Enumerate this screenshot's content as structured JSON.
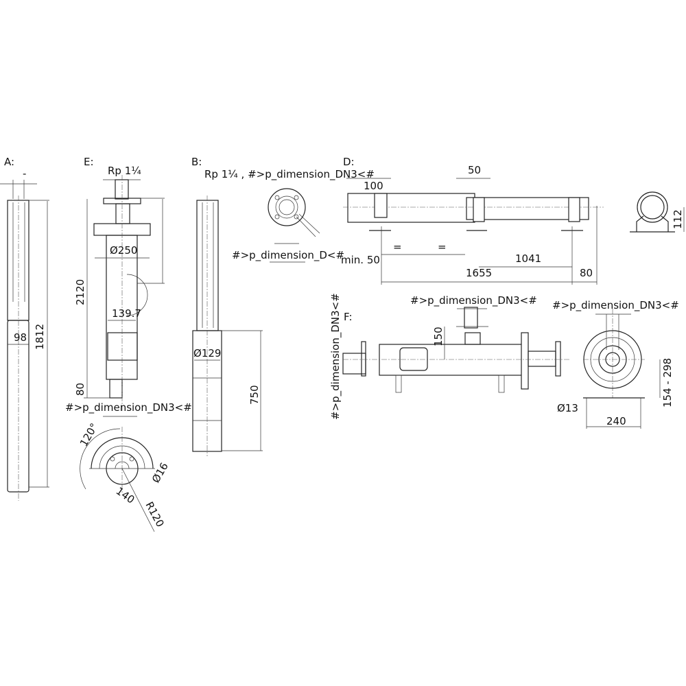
{
  "views": {
    "A": {
      "label": "A:",
      "top_dim": "-",
      "dia": "98",
      "length": "1812"
    },
    "E": {
      "label": "E:",
      "thread": "Rp 1¼",
      "flange_dia": "Ø250",
      "tube_dia": "139.7",
      "height": "2120",
      "base": "80",
      "outlet": "#>p_dimension_DN3<#",
      "flange_view": {
        "angle": "120°",
        "hole": "Ø16",
        "pcd": "140",
        "radius": "R120"
      }
    },
    "B": {
      "label": "B:",
      "thread": "Rp 1¼ , #>p_dimension_DN3<#",
      "motor_dia": "Ø129",
      "motor_len": "750",
      "flange_dim": "#>p_dimension_D<#",
      "min_clear": "min. 50"
    },
    "D": {
      "label": "D:",
      "d100": "100",
      "d50": "50",
      "eq1": "=",
      "eq2": "=",
      "d1041": "1041",
      "d1655": "1655",
      "d80": "80",
      "d112": "112"
    },
    "F": {
      "label": "F:",
      "side_dn": "#>p_dimension_DN3<#",
      "top_dn": "#>p_dimension_DN3<#",
      "d150": "150",
      "end_dn": "#>p_dimension_DN3<#",
      "height_range": "154 - 298",
      "hole": "Ø13",
      "d240": "240"
    }
  }
}
